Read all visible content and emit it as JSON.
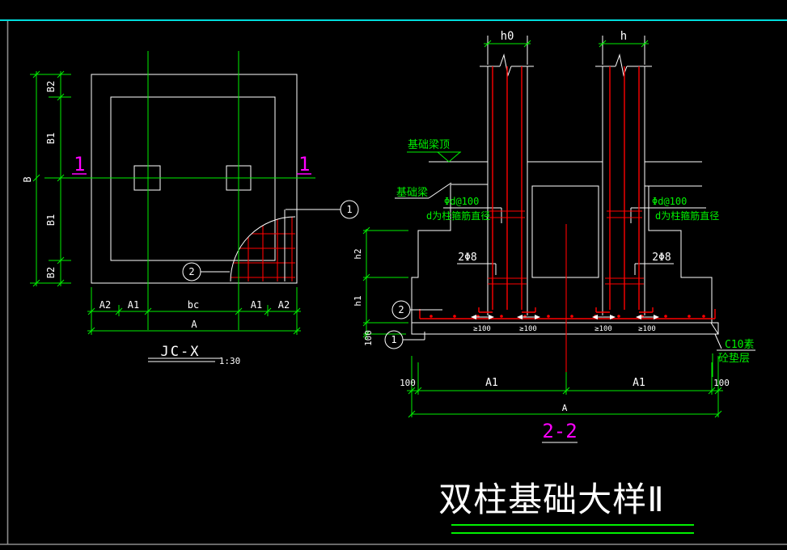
{
  "colors": {
    "background": "#000000",
    "lines": "#ffffff",
    "dimensions": "#00f000",
    "rebar": "#ff0000",
    "section_marks": "#ff00ff",
    "frame_top": "#00dcdc",
    "frame_border": "#8c8c8c"
  },
  "plan": {
    "name": "JC-X",
    "scale": "1:30",
    "section_mark": "1",
    "bubble_1": "1",
    "bubble_2": "2",
    "dim_left": {
      "segments": [
        "B2",
        "B1",
        "B1",
        "B2"
      ],
      "overall": "B"
    },
    "dim_bottom": {
      "segments": [
        "A2",
        "A1",
        "bc",
        "A1",
        "A2"
      ],
      "overall": "A"
    }
  },
  "section": {
    "name": "2-2",
    "left_column_width": "h0",
    "right_column_width": "h",
    "beam_top_note": "基础梁顶",
    "beam_note": "基础梁",
    "stirrup_note": "Φd@100",
    "stirrup_note2": "d为柱箍筋直径",
    "side_bar_note": "2Φ8",
    "anchor_note": "≥100",
    "cushion_note_1": "C10素",
    "cushion_note_2": "砼垫层",
    "bubble_1": "1",
    "bubble_2": "2",
    "dim_left": {
      "segments": [
        "h2",
        "h1",
        "100"
      ]
    },
    "dim_bottom": {
      "segments": [
        "100",
        "A1",
        "A1",
        "100"
      ],
      "overall": "A"
    }
  },
  "title": "双柱基础大样Ⅱ"
}
